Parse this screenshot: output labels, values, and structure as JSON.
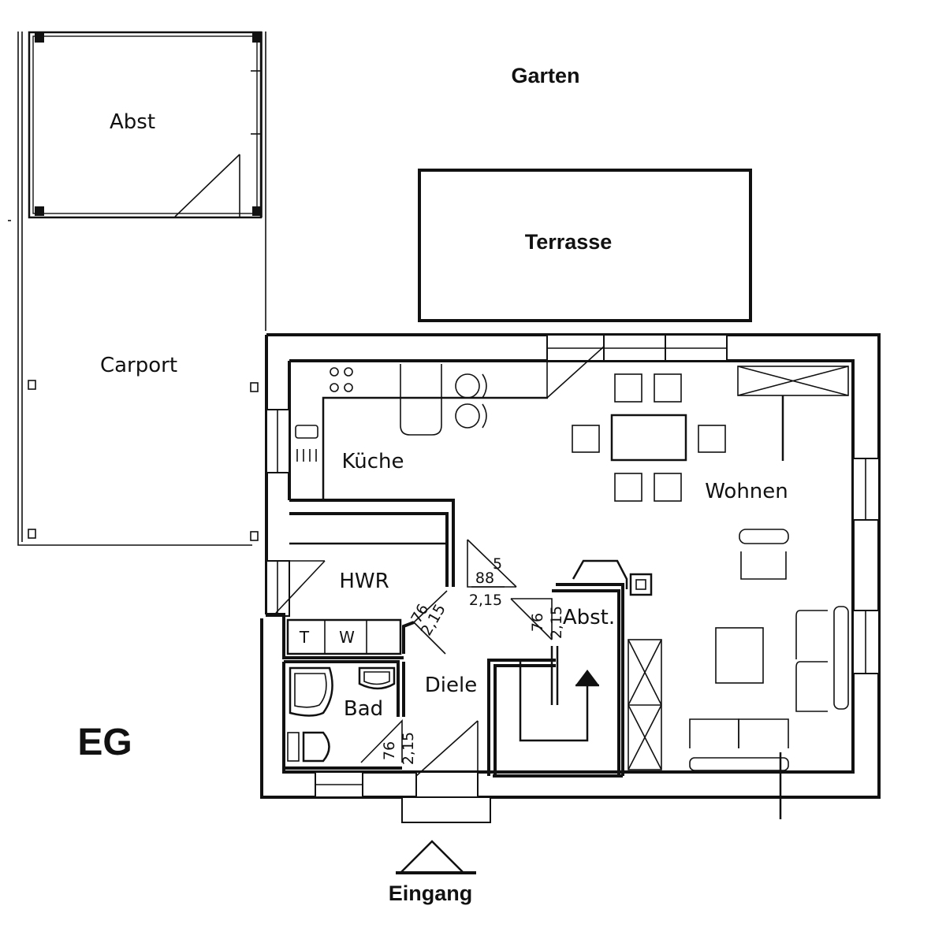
{
  "outside": {
    "garden": "Garten",
    "terrace": "Terrasse",
    "carport": "Carport",
    "shed": "Abst",
    "entrance": "Eingang"
  },
  "floor": "EG",
  "rooms": {
    "kitchen": "Küche",
    "living": "Wohnen",
    "utility": "HWR",
    "bath": "Bad",
    "hall": "Diele",
    "storage": "Abst."
  },
  "appliances": {
    "dryer": "T",
    "washer": "W"
  },
  "door_marks": {
    "kitchen_door": {
      "width": "88",
      "height": "2,15",
      "note": "5"
    },
    "utility_door": {
      "width": "76",
      "height": "2,15"
    },
    "storage_door": {
      "width": "76",
      "height": "2,15"
    },
    "bath_door": {
      "width": "76",
      "height": "2,15"
    }
  }
}
